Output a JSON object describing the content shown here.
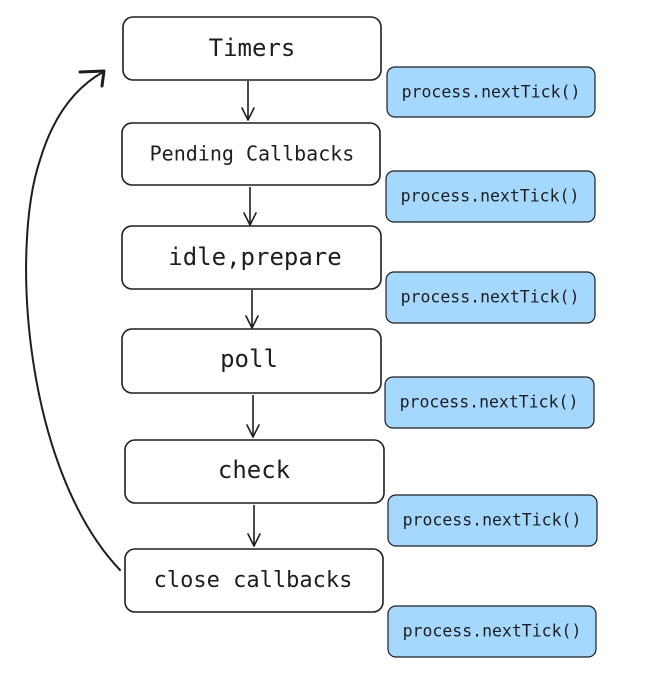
{
  "colors": {
    "stroke": "#1e1e1e",
    "phase_fill": "#ffffff",
    "tick_fill": "#a5d8ff",
    "background": "#ffffff"
  },
  "phases": [
    {
      "label": "Timers"
    },
    {
      "label": "Pending Callbacks"
    },
    {
      "label": "idle,prepare"
    },
    {
      "label": "poll"
    },
    {
      "label": "check"
    },
    {
      "label": "close callbacks"
    }
  ],
  "next_tick_boxes": [
    {
      "label": "process.nextTick()"
    },
    {
      "label": "process.nextTick()"
    },
    {
      "label": "process.nextTick()"
    },
    {
      "label": "process.nextTick()"
    },
    {
      "label": "process.nextTick()"
    },
    {
      "label": "process.nextTick()"
    }
  ]
}
